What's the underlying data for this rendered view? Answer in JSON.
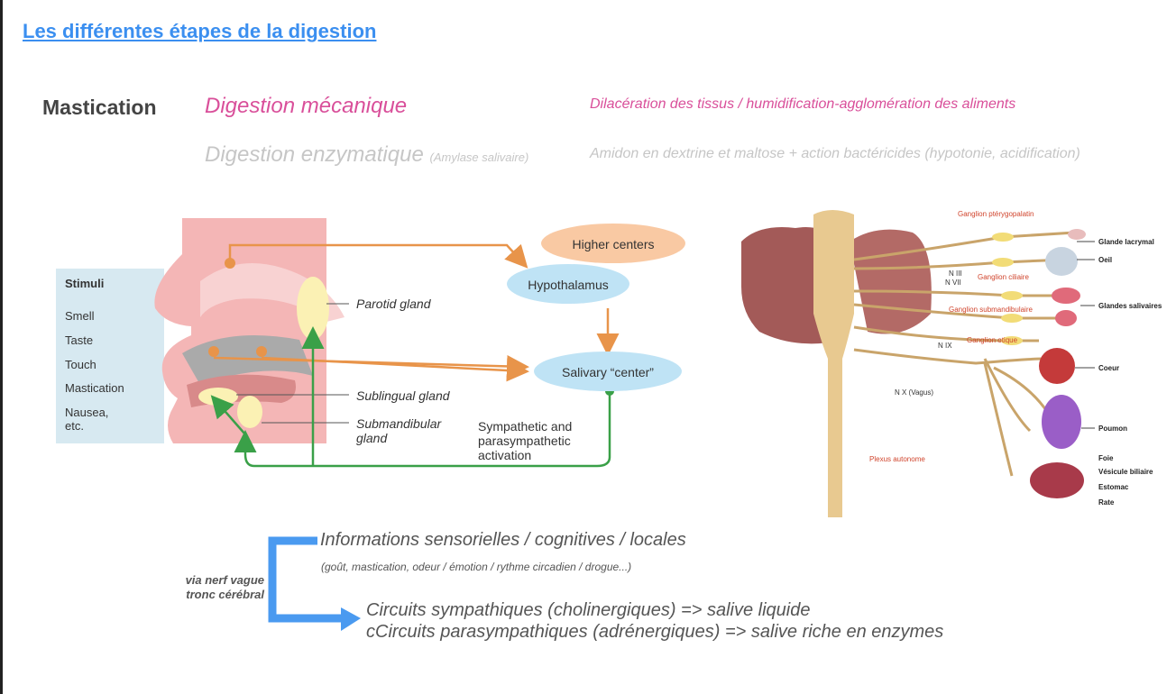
{
  "slide": {
    "title": "Les différentes étapes de la digestion",
    "mastication_label": "Mastication",
    "mechanical": {
      "label": "Digestion mécanique",
      "description": "Dilacération des tissus / humidification-agglomération des aliments"
    },
    "enzymatic": {
      "label": "Digestion enzymatique",
      "note": "(Amylase salivaire)",
      "description": "Amidon en dextrine et maltose + action bactéricides (hypotonie, acidification)"
    }
  },
  "salivary_figure": {
    "stimuli_title": "Stimuli",
    "stimuli": [
      "Smell",
      "Taste",
      "Touch",
      "Mastication",
      "Nausea,",
      "etc."
    ],
    "higher_centers": "Higher centers",
    "hypothalamus": "Hypothalamus",
    "salivary_center": "Salivary “center”",
    "parotid": "Parotid gland",
    "sublingual": "Sublingual gland",
    "submandibular_1": "Submandibular",
    "submandibular_2": "gland",
    "activation_1": "Sympathetic and",
    "activation_2": "parasympathetic",
    "activation_3": "activation",
    "colors": {
      "orange": "#e8944a",
      "green": "#3aa048",
      "blue_node": "#bfe3f5"
    }
  },
  "nerve_figure": {
    "ganglion_pterygo": "Ganglion ptérygopalatin",
    "ganglion_ciliaire": "Ganglion ciliaire",
    "ganglion_submand": "Ganglion submandibulaire",
    "ganglion_otique": "Ganglion otique",
    "n3": "N III",
    "n7": "N VII",
    "n9": "N IX",
    "n10": "N X (Vagus)",
    "plexus": "Plexus autonome",
    "organs": [
      "Glande lacrymal",
      "Oeil",
      "Glandes salivaires",
      "Coeur",
      "Poumon",
      "Foie",
      "Vésicule biliaire",
      "Estomac",
      "Rate"
    ]
  },
  "flow": {
    "info": "Informations sensorielles / cognitives / locales",
    "info_sub": "(goût, mastication, odeur / émotion / rythme circadien / drogue...)",
    "via_1": "via nerf vague",
    "via_2": "tronc cérébral",
    "circuit_1": "Circuits sympathiques (cholinergiques) => salive liquide",
    "circuit_2": "cCircuits parasympathiques (adrénergiques) => salive riche en enzymes",
    "accent": "#4a9af0"
  }
}
